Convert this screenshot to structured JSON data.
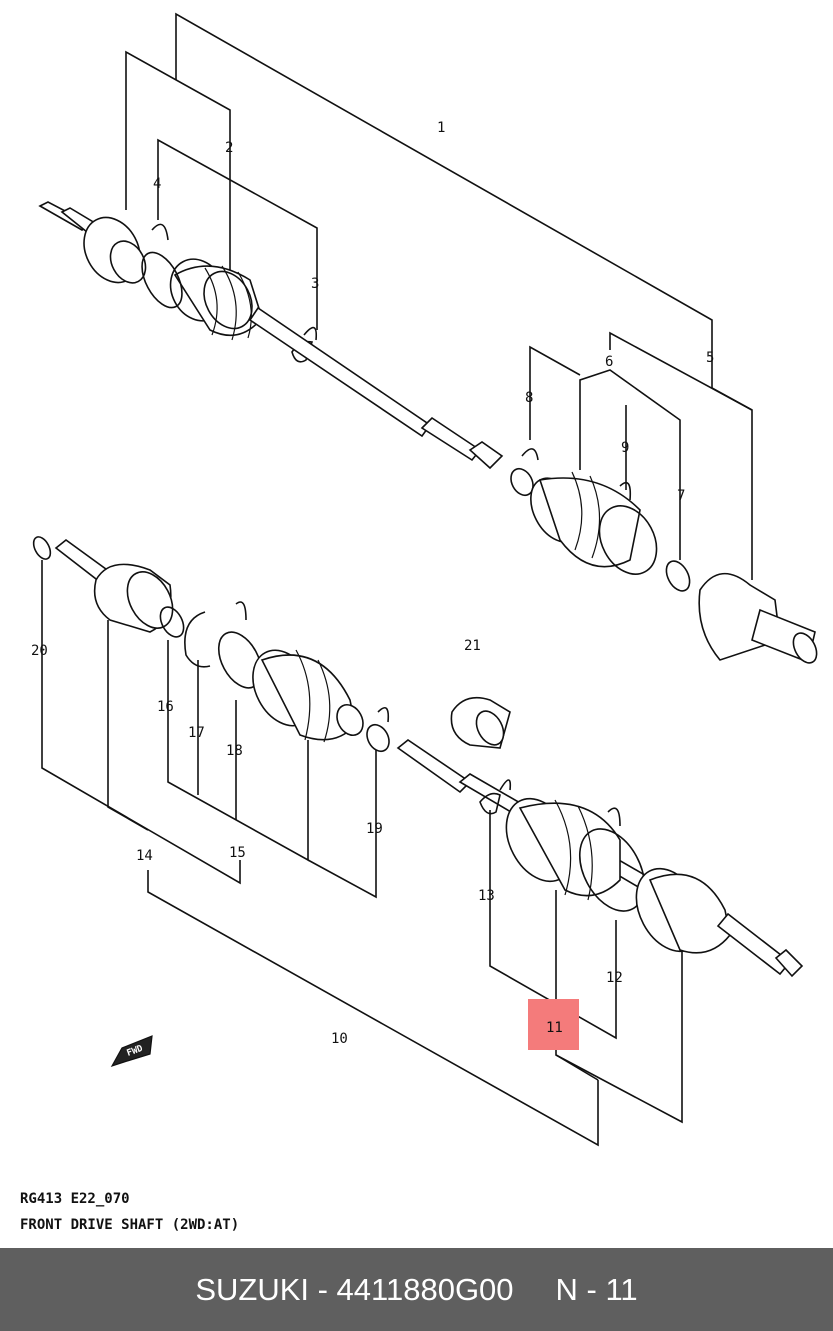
{
  "callouts": {
    "c1": "1",
    "c2": "2",
    "c3": "3",
    "c4": "4",
    "c5": "5",
    "c6": "6",
    "c7": "7",
    "c8": "8",
    "c9": "9",
    "c10": "10",
    "c11": "11",
    "c12": "12",
    "c13": "13",
    "c14": "14",
    "c15": "15",
    "c16": "16",
    "c17": "17",
    "c18": "18",
    "c19": "19",
    "c20": "20",
    "c21": "21"
  },
  "highlight": {
    "callout": "11",
    "color": "#f47b7b"
  },
  "fwd_marker": "FWD",
  "caption": {
    "line1": "RG413 E22_070",
    "line2": "FRONT DRIVE SHAFT (2WD:AT)"
  },
  "footer": {
    "part": "SUZUKI - 4411880G00",
    "ref": "N - 11",
    "bg_color": "#5f5f5f"
  }
}
